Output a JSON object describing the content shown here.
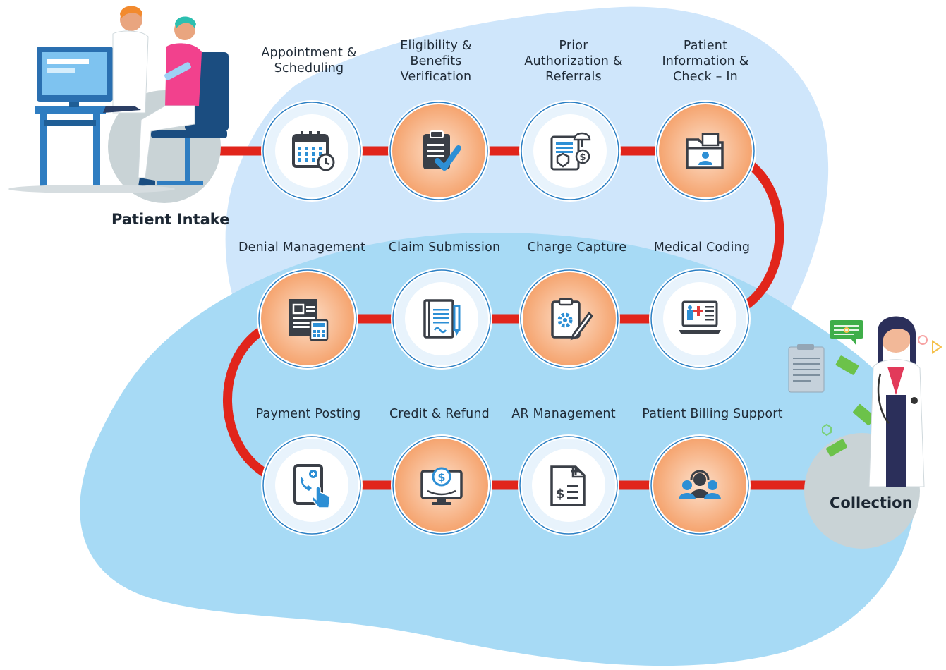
{
  "diagram": {
    "start_label": "Patient Intake",
    "end_label": "Collection",
    "colors": {
      "path": "#e1251b",
      "orange_node": "#f5a46f",
      "orange_node_center": "#fde0cb",
      "blue_node": "#e8f3fc",
      "node_ring": "#2b7fc4",
      "icon": "#3a3f47",
      "icon_accent": "#2d8fd5",
      "blob_light": "#cfe6fb",
      "blob_mid": "#a9dbf5"
    },
    "steps": [
      {
        "label": "Appointment &\nScheduling",
        "style": "blue",
        "icon": "calendar-clock-icon"
      },
      {
        "label": "Eligibility &\nBenefits\nVerification",
        "style": "orange",
        "icon": "clipboard-check-icon"
      },
      {
        "label": "Prior\nAuthorization &\nReferrals",
        "style": "blue",
        "icon": "insurance-document-icon"
      },
      {
        "label": "Patient\nInformation &\nCheck – In",
        "style": "orange",
        "icon": "patient-folder-icon"
      },
      {
        "label": "Medical Coding",
        "style": "blue",
        "icon": "laptop-chart-icon"
      },
      {
        "label": "Charge Capture",
        "style": "orange",
        "icon": "clipboard-gear-pen-icon"
      },
      {
        "label": "Claim Submission",
        "style": "blue",
        "icon": "claim-form-icon"
      },
      {
        "label": "Denial Management",
        "style": "orange",
        "icon": "document-calculator-icon"
      },
      {
        "label": "Payment Posting",
        "style": "blue",
        "icon": "tablet-tap-icon"
      },
      {
        "label": "Credit & Refund",
        "style": "orange",
        "icon": "monitor-dollar-icon"
      },
      {
        "label": "AR Management",
        "style": "blue",
        "icon": "invoice-dollar-icon"
      },
      {
        "label": "Patient Billing Support",
        "style": "orange",
        "icon": "support-agents-icon"
      }
    ]
  }
}
